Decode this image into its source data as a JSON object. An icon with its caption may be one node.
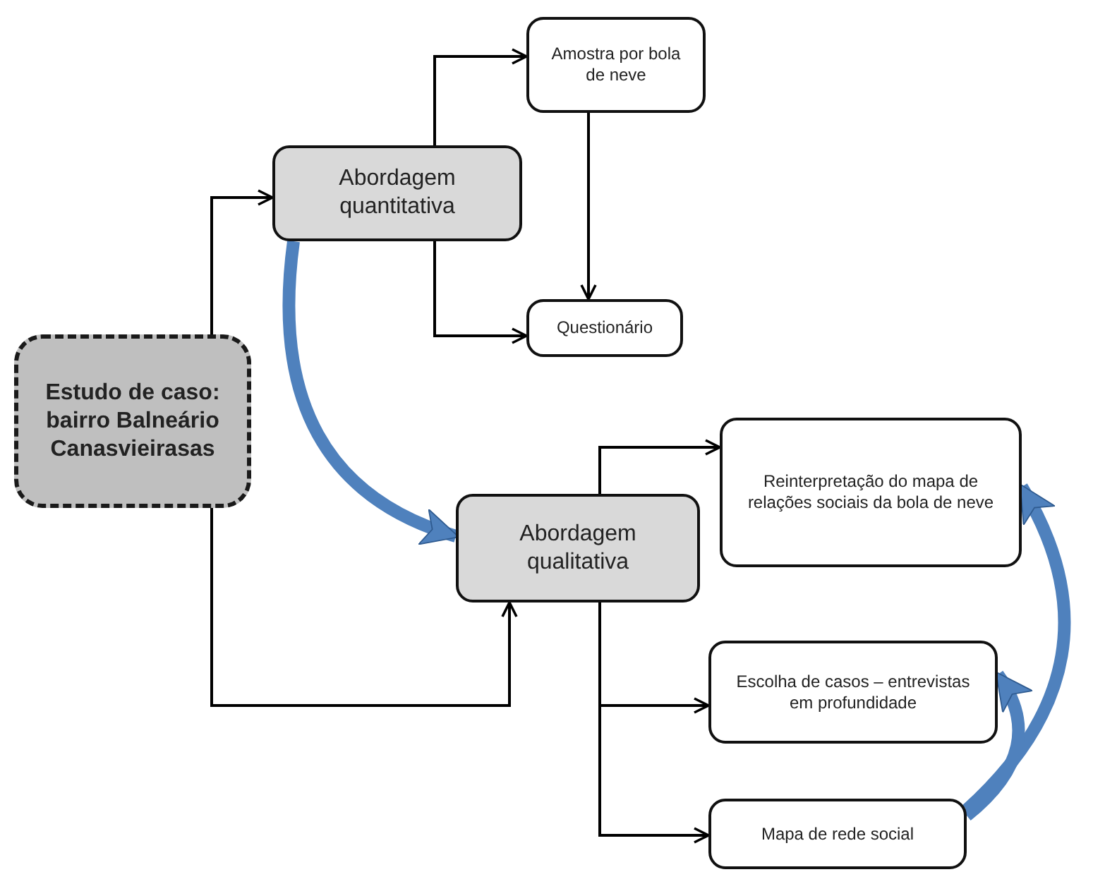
{
  "diagram": {
    "nodes": [
      {
        "text": [
          "Estudo de caso: bairro Balneário Canasvieirasas"
        ]
      },
      {
        "text": [
          "Abordagem quantitativa"
        ]
      },
      {
        "text": [
          "Amostra por bola de neve"
        ]
      },
      {
        "text": [
          "Questionário"
        ]
      },
      {
        "text": [
          "Abordagem qualitativa"
        ]
      },
      {
        "text": [
          "Reinterpretação do mapa de relações sociais da bola de neve"
        ]
      },
      {
        "text": [
          "Escolha de casos – entrevistas em profundidade"
        ]
      },
      {
        "text": [
          "Mapa de rede social"
        ]
      }
    ],
    "edges": [
      {
        "from": 0,
        "to": 1,
        "arrow": "to"
      },
      {
        "from": 0,
        "to": 4,
        "arrow": "to"
      },
      {
        "from": 1,
        "to": 2,
        "arrow": "to"
      },
      {
        "from": 1,
        "to": 3,
        "arrow": "to"
      },
      {
        "from": 2,
        "to": 3,
        "arrow": "to"
      },
      {
        "from": 1,
        "to": 4,
        "arrow": "to",
        "style": "thick",
        "color": "#4f81bd"
      },
      {
        "from": 4,
        "to": 5,
        "arrow": "to"
      },
      {
        "from": 4,
        "to": 6,
        "arrow": "to"
      },
      {
        "from": 4,
        "to": 7,
        "arrow": "to"
      },
      {
        "from": 7,
        "to": 5,
        "arrow": "to",
        "style": "thick",
        "color": "#4f81bd"
      },
      {
        "from": 7,
        "to": 6,
        "arrow": "to",
        "style": "thick",
        "color": "#4f81bd"
      }
    ]
  }
}
